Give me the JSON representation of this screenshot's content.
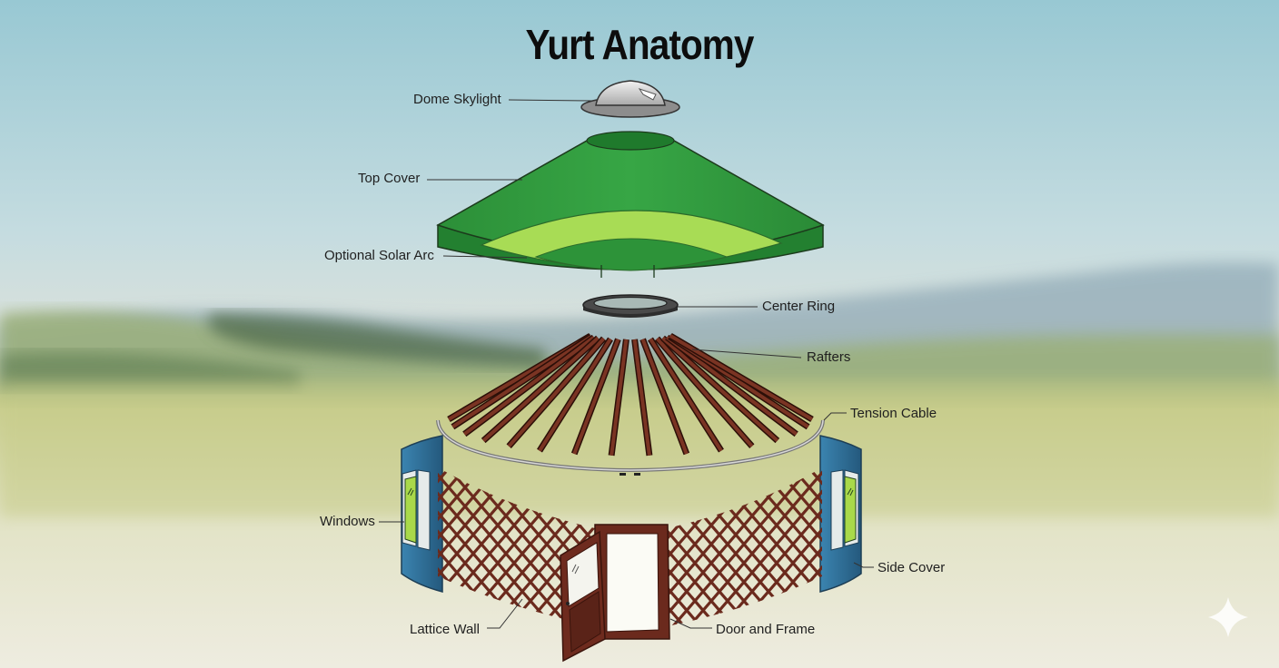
{
  "diagram": {
    "title": "Yurt Anatomy",
    "labels": {
      "dome_skylight": "Dome Skylight",
      "top_cover": "Top Cover",
      "optional_solar_arc": "Optional Solar Arc",
      "center_ring": "Center Ring",
      "rafters": "Rafters",
      "tension_cable": "Tension Cable",
      "windows": "Windows",
      "side_cover": "Side Cover",
      "lattice_wall": "Lattice Wall",
      "door_and_frame": "Door and Frame"
    },
    "colors": {
      "sky_top": "#9ccbd4",
      "meadow": "#c9cf88",
      "ground": "#ecebdc",
      "cover_green": "#2f9a3c",
      "cover_dark": "#1f7a2c",
      "solar_arc": "#a7dc52",
      "wood": "#6b2a1d",
      "side_cover_blue": "#2f6f98",
      "window_green": "#a9d94a",
      "metal": "#9a9a9a"
    }
  }
}
